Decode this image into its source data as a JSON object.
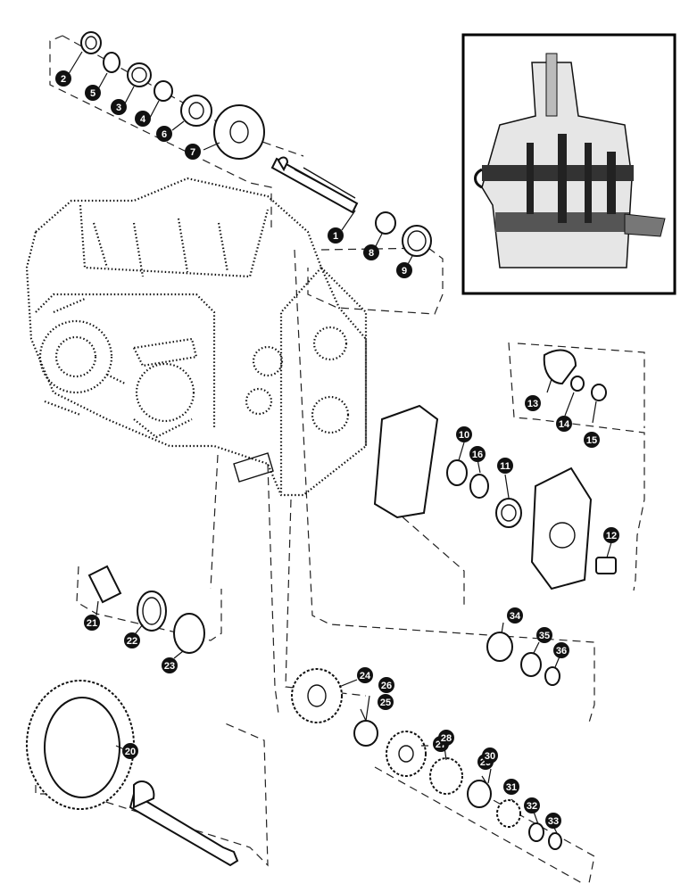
{
  "diagram": {
    "callouts": [
      "1",
      "2",
      "3",
      "4",
      "5",
      "6",
      "7",
      "8",
      "9",
      "10",
      "11",
      "12",
      "13",
      "14",
      "15",
      "16",
      "20",
      "21",
      "22",
      "23",
      "24",
      "25",
      "26",
      "27",
      "28",
      "29",
      "30",
      "31",
      "32",
      "33",
      "34",
      "35",
      "36"
    ]
  }
}
